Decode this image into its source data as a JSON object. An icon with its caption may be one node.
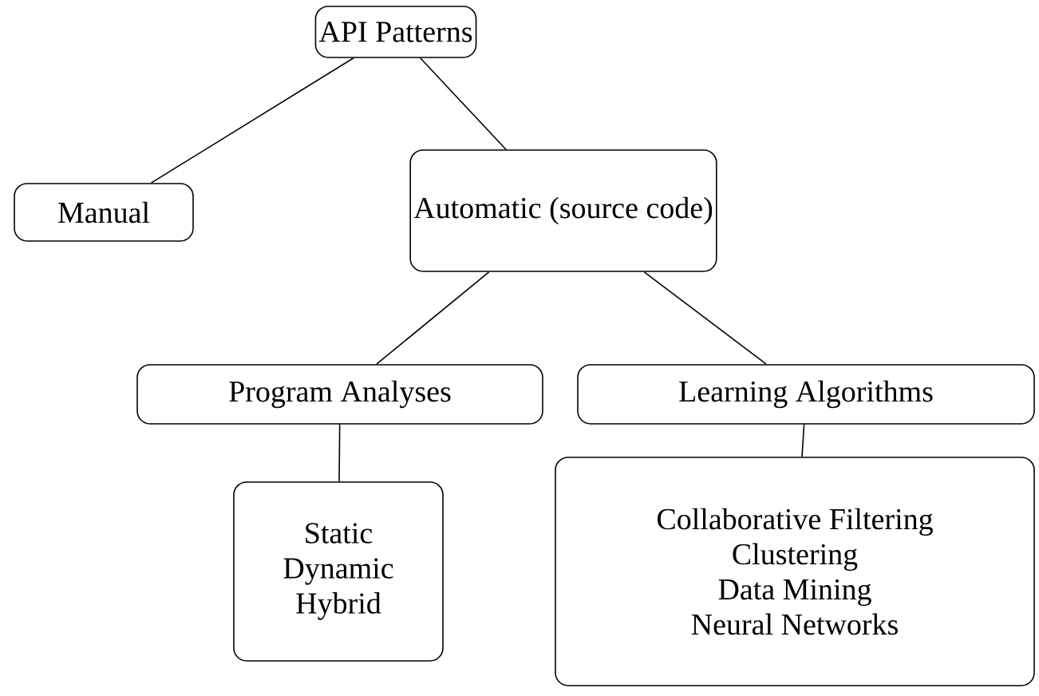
{
  "diagram": {
    "nodes": [
      {
        "text": [
          "API Patterns"
        ]
      },
      {
        "text": [
          "Manual"
        ]
      },
      {
        "text": [
          "Automatic (source code)"
        ]
      },
      {
        "text": [
          "Program Analyses"
        ]
      },
      {
        "text": [
          "Learning Algorithms"
        ]
      },
      {
        "text": [
          "Static",
          "Dynamic",
          "Hybrid"
        ]
      },
      {
        "text": [
          "Collaborative Filtering",
          "Clustering",
          "Data Mining",
          "Neural Networks"
        ]
      }
    ],
    "edges": [
      {
        "from": 0,
        "to": 1,
        "arrow": "none"
      },
      {
        "from": 0,
        "to": 2,
        "arrow": "none"
      },
      {
        "from": 2,
        "to": 3,
        "arrow": "none"
      },
      {
        "from": 2,
        "to": 4,
        "arrow": "none"
      },
      {
        "from": 3,
        "to": 5,
        "arrow": "none"
      },
      {
        "from": 4,
        "to": 6,
        "arrow": "none"
      }
    ]
  }
}
